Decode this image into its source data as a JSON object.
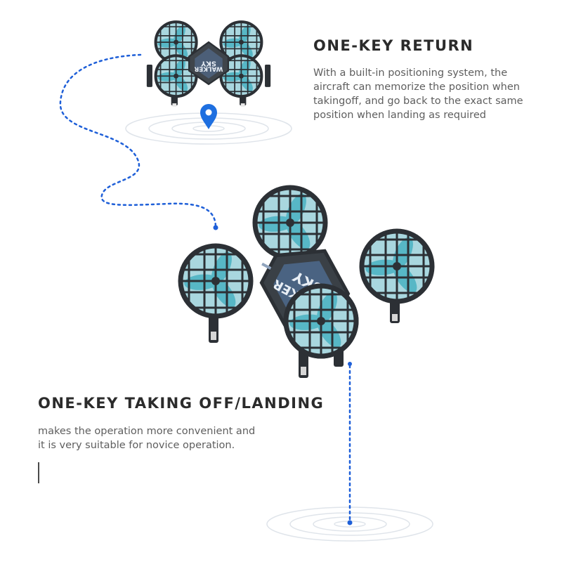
{
  "sections": {
    "one_key_return": {
      "heading": "ONE-KEY RETURN",
      "description_lines": [
        "With a built-in positioning system, the",
        "aircraft can memorize the position when",
        "takingoff, and go back to the exact same",
        "position when landing as required"
      ]
    },
    "one_key_takeoff_landing": {
      "heading": "ONE-KEY TAKING OFF/LANDING",
      "description_lines": [
        "makes the operation more convenient and",
        "it is very suitable for novice operation."
      ]
    }
  },
  "drone": {
    "brand_line1": "SKY",
    "brand_line2": "WALKER"
  },
  "colors": {
    "heading": "#2b2b2b",
    "body_text": "#5e5e5e",
    "path_blue": "#1e5fd8",
    "pin_blue": "#1e6fe0",
    "propeller_cyan": "#4fb4c4",
    "frame_dark": "#2c3035",
    "ring_gray": "#d9dee4"
  },
  "icons": [
    "location-pin-icon"
  ]
}
